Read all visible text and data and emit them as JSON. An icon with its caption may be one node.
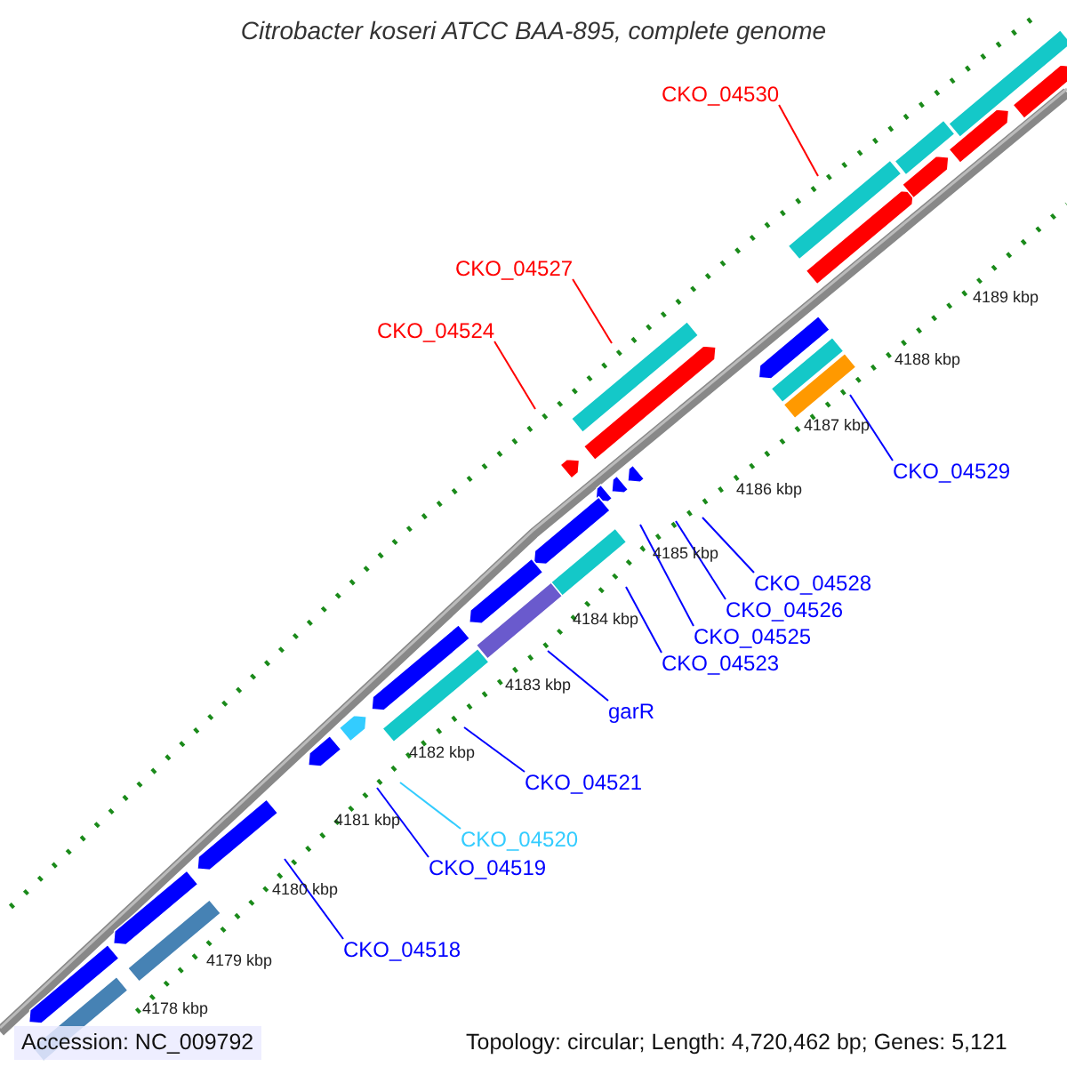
{
  "diagram": {
    "title": "Citrobacter koseri ATCC BAA-895, complete genome",
    "nodes": [
      {
        "text": [
          "CKO_04530"
        ]
      },
      {
        "text": [
          "CKO_04527"
        ]
      },
      {
        "text": [
          "CKO_04524"
        ]
      },
      {
        "text": [
          "CKO_04529"
        ]
      },
      {
        "text": [
          "CKO_04528"
        ]
      },
      {
        "text": [
          "CKO_04526"
        ]
      },
      {
        "text": [
          "CKO_04525"
        ]
      },
      {
        "text": [
          "CKO_04523"
        ]
      },
      {
        "text": [
          "garR"
        ]
      },
      {
        "text": [
          "CKO_04521"
        ]
      },
      {
        "text": [
          "CKO_04520"
        ]
      },
      {
        "text": [
          "CKO_04519"
        ]
      },
      {
        "text": [
          "CKO_04518"
        ]
      }
    ],
    "edges": [
      {
        "from": 0,
        "to": null,
        "arrow": "none",
        "color": "#ff0000"
      },
      {
        "from": 1,
        "to": null,
        "arrow": "none",
        "color": "#ff0000"
      },
      {
        "from": 2,
        "to": null,
        "arrow": "none",
        "color": "#ff0000"
      },
      {
        "from": 3,
        "to": null,
        "arrow": "none"
      },
      {
        "from": 4,
        "to": null,
        "arrow": "none"
      },
      {
        "from": 5,
        "to": null,
        "arrow": "none"
      },
      {
        "from": 6,
        "to": null,
        "arrow": "none"
      },
      {
        "from": 7,
        "to": null,
        "arrow": "none"
      },
      {
        "from": 8,
        "to": null,
        "arrow": "none"
      },
      {
        "from": 9,
        "to": null,
        "arrow": "none"
      },
      {
        "from": 10,
        "to": null,
        "arrow": "none",
        "color": "#33ccff"
      },
      {
        "from": 11,
        "to": null,
        "arrow": "none"
      },
      {
        "from": 12,
        "to": null,
        "arrow": "none"
      }
    ],
    "labels": [
      "4189 kbp",
      "4188 kbp",
      "4187 kbp",
      "4186 kbp",
      "4185 kbp",
      "4184 kbp",
      "4183 kbp",
      "4182 kbp",
      "4181 kbp",
      "4180 kbp",
      "4179 kbp",
      "4178 kbp",
      "Accession: NC_009792",
      "Topology: circular; Length: 4,720,462 bp; Genes: 5,121"
    ]
  }
}
